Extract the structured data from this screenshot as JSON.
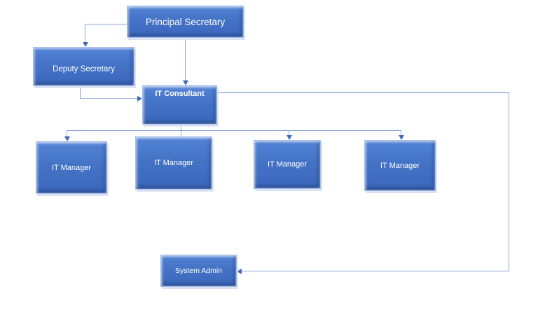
{
  "diagram": {
    "type": "org-chart",
    "background_color": "#ffffff",
    "node_fill_top": "#5383d6",
    "node_fill_bottom": "#3b67bc",
    "node_border_color": "#a3bce6",
    "node_text_color": "#ffffff",
    "connector_color": "#8aa6d6",
    "arrowhead_color": "#3f69b5",
    "nodes": [
      {
        "id": "principal-secretary",
        "label": "Principal Secretary"
      },
      {
        "id": "deputy-secretary",
        "label": "Deputy Secretary"
      },
      {
        "id": "it-consultant",
        "label": "IT Consultant"
      },
      {
        "id": "it-manager-1",
        "label": "IT Manager"
      },
      {
        "id": "it-manager-2",
        "label": "IT Manager"
      },
      {
        "id": "it-manager-3",
        "label": "IT Manager"
      },
      {
        "id": "it-manager-4",
        "label": "IT Manager"
      },
      {
        "id": "system-admin",
        "label": "System Admin"
      }
    ],
    "edges": [
      {
        "from": "principal-secretary",
        "to": "deputy-secretary"
      },
      {
        "from": "principal-secretary",
        "to": "it-consultant"
      },
      {
        "from": "deputy-secretary",
        "to": "it-consultant"
      },
      {
        "from": "it-consultant",
        "to": "it-manager-1"
      },
      {
        "from": "it-consultant",
        "to": "it-manager-2"
      },
      {
        "from": "it-consultant",
        "to": "it-manager-3"
      },
      {
        "from": "it-consultant",
        "to": "it-manager-4"
      },
      {
        "from": "it-consultant",
        "to": "system-admin"
      }
    ]
  }
}
